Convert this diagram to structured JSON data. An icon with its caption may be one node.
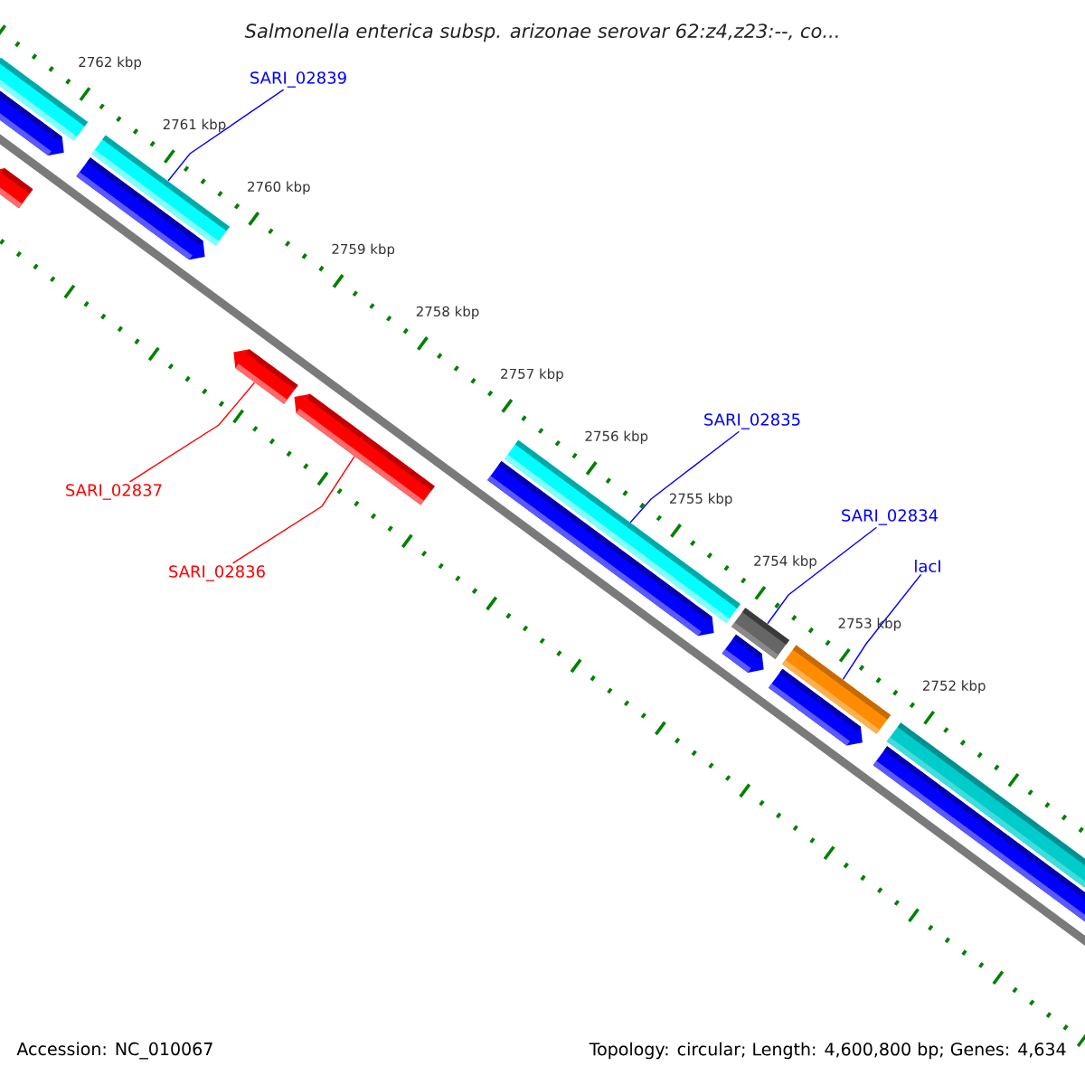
{
  "diagram": {
    "title": "Salmonella enterica subsp. arizonae serovar 62:z4,z23:--, co...",
    "nodes": [
      {
        "text": [
          "SARI_02839"
        ]
      },
      {
        "text": [
          "SARI_02835"
        ]
      },
      {
        "text": [
          "SARI_02837"
        ]
      },
      {
        "text": [
          "SARI_02834"
        ]
      },
      {
        "text": [
          "lacI"
        ]
      },
      {
        "text": [
          "SARI_02836"
        ]
      },
      {
        "text": [],
        "shape": "bar"
      },
      {
        "text": [],
        "shape": "arrow"
      },
      {
        "text": [],
        "shape": "arrow"
      },
      {
        "text": [],
        "shape": "bar"
      },
      {
        "text": [],
        "shape": "arrow"
      },
      {
        "text": [],
        "shape": "arrow"
      },
      {
        "text": [],
        "shape": "arrow"
      },
      {
        "text": [],
        "shape": "bar"
      },
      {
        "text": [],
        "shape": "arrow"
      },
      {
        "text": [],
        "shape": "bar"
      },
      {
        "text": [],
        "shape": "arrow"
      },
      {
        "text": [],
        "shape": "bar"
      },
      {
        "text": [],
        "shape": "arrow"
      },
      {
        "text": [],
        "shape": "bar"
      },
      {
        "text": [],
        "shape": "bar"
      }
    ],
    "edges": [
      {
        "from": 0,
        "to": 9,
        "arrow": "none"
      },
      {
        "from": 1,
        "to": 13,
        "arrow": "none"
      },
      {
        "from": 2,
        "to": 11,
        "arrow": "none",
        "color": "#ff0000"
      },
      {
        "from": 3,
        "to": 15,
        "arrow": "none"
      },
      {
        "from": 4,
        "to": 17,
        "arrow": "none"
      },
      {
        "from": 5,
        "to": 12,
        "arrow": "none",
        "color": "#ff0000"
      }
    ],
    "labels": [
      "2762 kbp",
      "2761 kbp",
      "2760 kbp",
      "2759 kbp",
      "2758 kbp",
      "2757 kbp",
      "2756 kbp",
      "2755 kbp",
      "2754 kbp",
      "2753 kbp",
      "2752 kbp",
      "Accession: NC_010067",
      "Topology: circular; Length: 4,600,800 bp; Genes: 4,634"
    ]
  }
}
